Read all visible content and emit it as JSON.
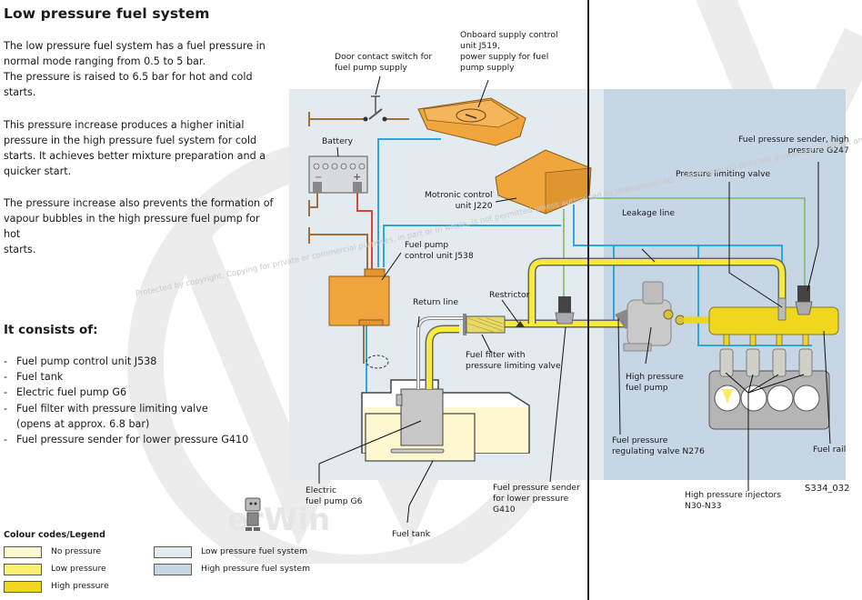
{
  "page": {
    "title": "Low pressure fuel system",
    "paragraphs": [
      [
        "The low pressure fuel system has a fuel pressure in",
        "normal mode ranging from 0.5 to 5 bar.",
        "The pressure is raised to 6.5 bar for hot and cold",
        "starts."
      ],
      [
        "This pressure increase produces a higher initial",
        "pressure in the high pressure fuel system for cold",
        "starts. It achieves better mixture preparation and a",
        "quicker start."
      ],
      [
        "The pressure increase also prevents the formation of",
        "vapour bubbles in the high pressure fuel pump for hot",
        "starts."
      ]
    ],
    "consists_heading": "It consists of:",
    "components": [
      "Fuel pump control unit J538",
      "Fuel tank",
      "Electric fuel pump G6",
      "Fuel filter with pressure limiting valve",
      "(opens at approx. 6.8 bar)",
      "Fuel pressure sender for lower pressure G410"
    ]
  },
  "diagram": {
    "figure_id": "S334_032",
    "labels": {
      "door_switch": [
        "Door contact switch for",
        "fuel pump supply"
      ],
      "onboard_unit": [
        "Onboard supply control",
        "unit J519,",
        "power supply for fuel",
        "pump supply"
      ],
      "battery": "Battery",
      "motronic": [
        "Motronic control",
        "unit J220"
      ],
      "fuel_pump_cu": [
        "Fuel pump",
        "control unit J538"
      ],
      "return_line": "Return line",
      "restrictor": "Restrictor",
      "fuel_filter": [
        "Fuel filter with",
        "pressure limiting valve"
      ],
      "electric_pump": [
        "Electric",
        "fuel pump G6"
      ],
      "fuel_tank": "Fuel tank",
      "low_sender": [
        "Fuel pressure sender",
        "for lower pressure",
        "G410"
      ],
      "leakage_line": "Leakage line",
      "pressure_limiting_valve": "Pressure limiting valve",
      "high_sender": [
        "Fuel pressure sender, high",
        "pressure G247"
      ],
      "hp_pump": [
        "High pressure",
        "fuel pump"
      ],
      "regulating_valve": [
        "Fuel pressure",
        "regulating valve N276"
      ],
      "fuel_rail": "Fuel rail",
      "injectors": [
        "High pressure injectors",
        "N30-N33"
      ]
    },
    "battery_terminals": {
      "minus": "−",
      "plus": "+"
    }
  },
  "legend": {
    "title": "Colour codes/Legend",
    "items": [
      {
        "label": "No pressure",
        "color": "#fdf8d0"
      },
      {
        "label": "Low pressure",
        "color": "#fbf070"
      },
      {
        "label": "High pressure",
        "color": "#eed71c"
      },
      {
        "label": "Low pressure fuel system",
        "color": "#e3ebf1"
      },
      {
        "label": "High pressure fuel system",
        "color": "#c6d6e4"
      }
    ]
  },
  "colors": {
    "low_pressure_bg": "#e3ebf1",
    "high_pressure_bg": "#c6d6e4",
    "fuel_line": "#f7ea3c",
    "control_unit": "#f0a63c",
    "signal_blue": "#2ea8dc",
    "signal_green": "#7ab85a",
    "power_red": "#d9473a",
    "wire_brown": "#a0703c"
  },
  "watermark": {
    "text": "Protected by copyright. Copying for private or commercial purposes, in part or in whole, is not permitted unless authorised by Volkswagen AG. Volkswagen AG does not guarantee or accept any liability",
    "logo_text": "erWin"
  }
}
